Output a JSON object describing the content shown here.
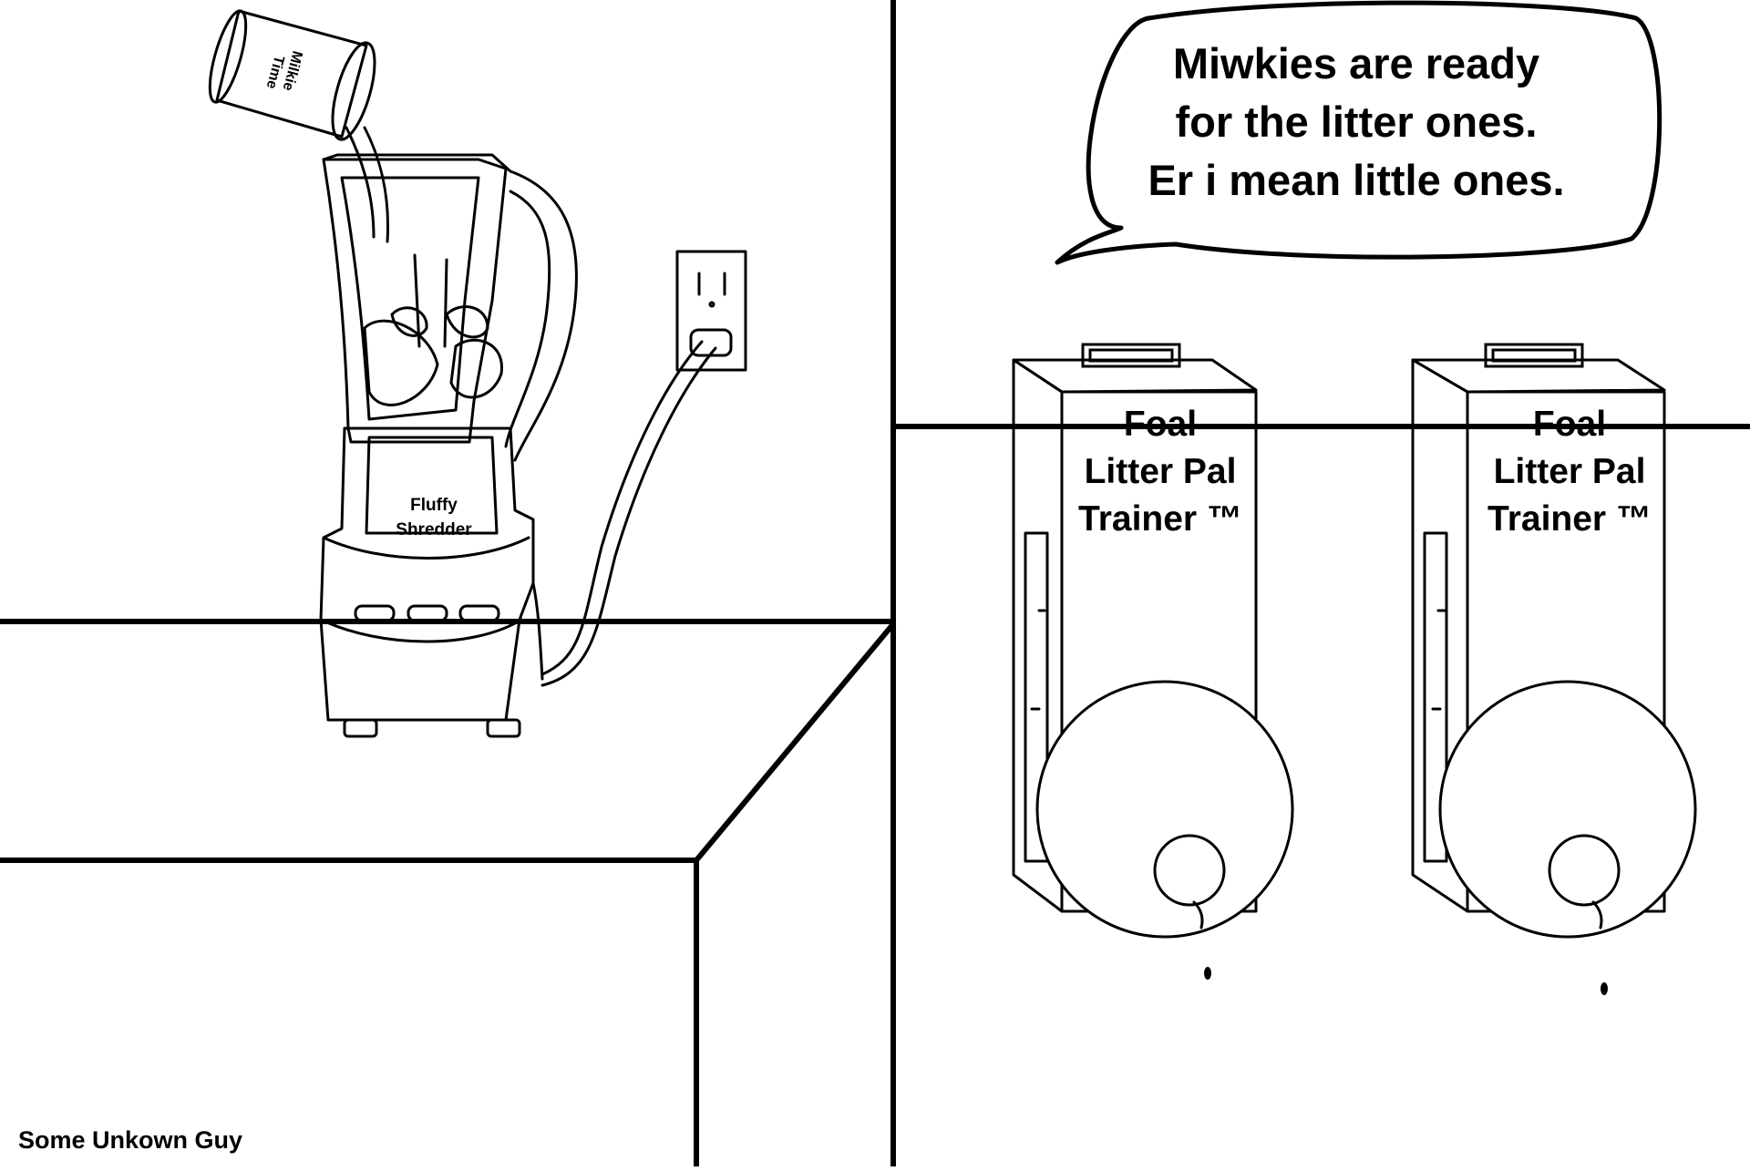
{
  "speech_bubble": {
    "line1": "Miwkies are ready",
    "line2": "for the litter ones.",
    "line3": "Er i mean little ones."
  },
  "blender": {
    "label_line1": "Fluffy",
    "label_line2": "Shredder"
  },
  "cup": {
    "label_line1": "Milkie",
    "label_line2": "Time"
  },
  "boxes": [
    {
      "line1": "Foal",
      "line2": "Litter Pal",
      "line3": "Trainer ™"
    },
    {
      "line1": "Foal",
      "line2": "Litter Pal",
      "line3": "Trainer ™"
    }
  ],
  "credit": "Some Unkown Guy"
}
